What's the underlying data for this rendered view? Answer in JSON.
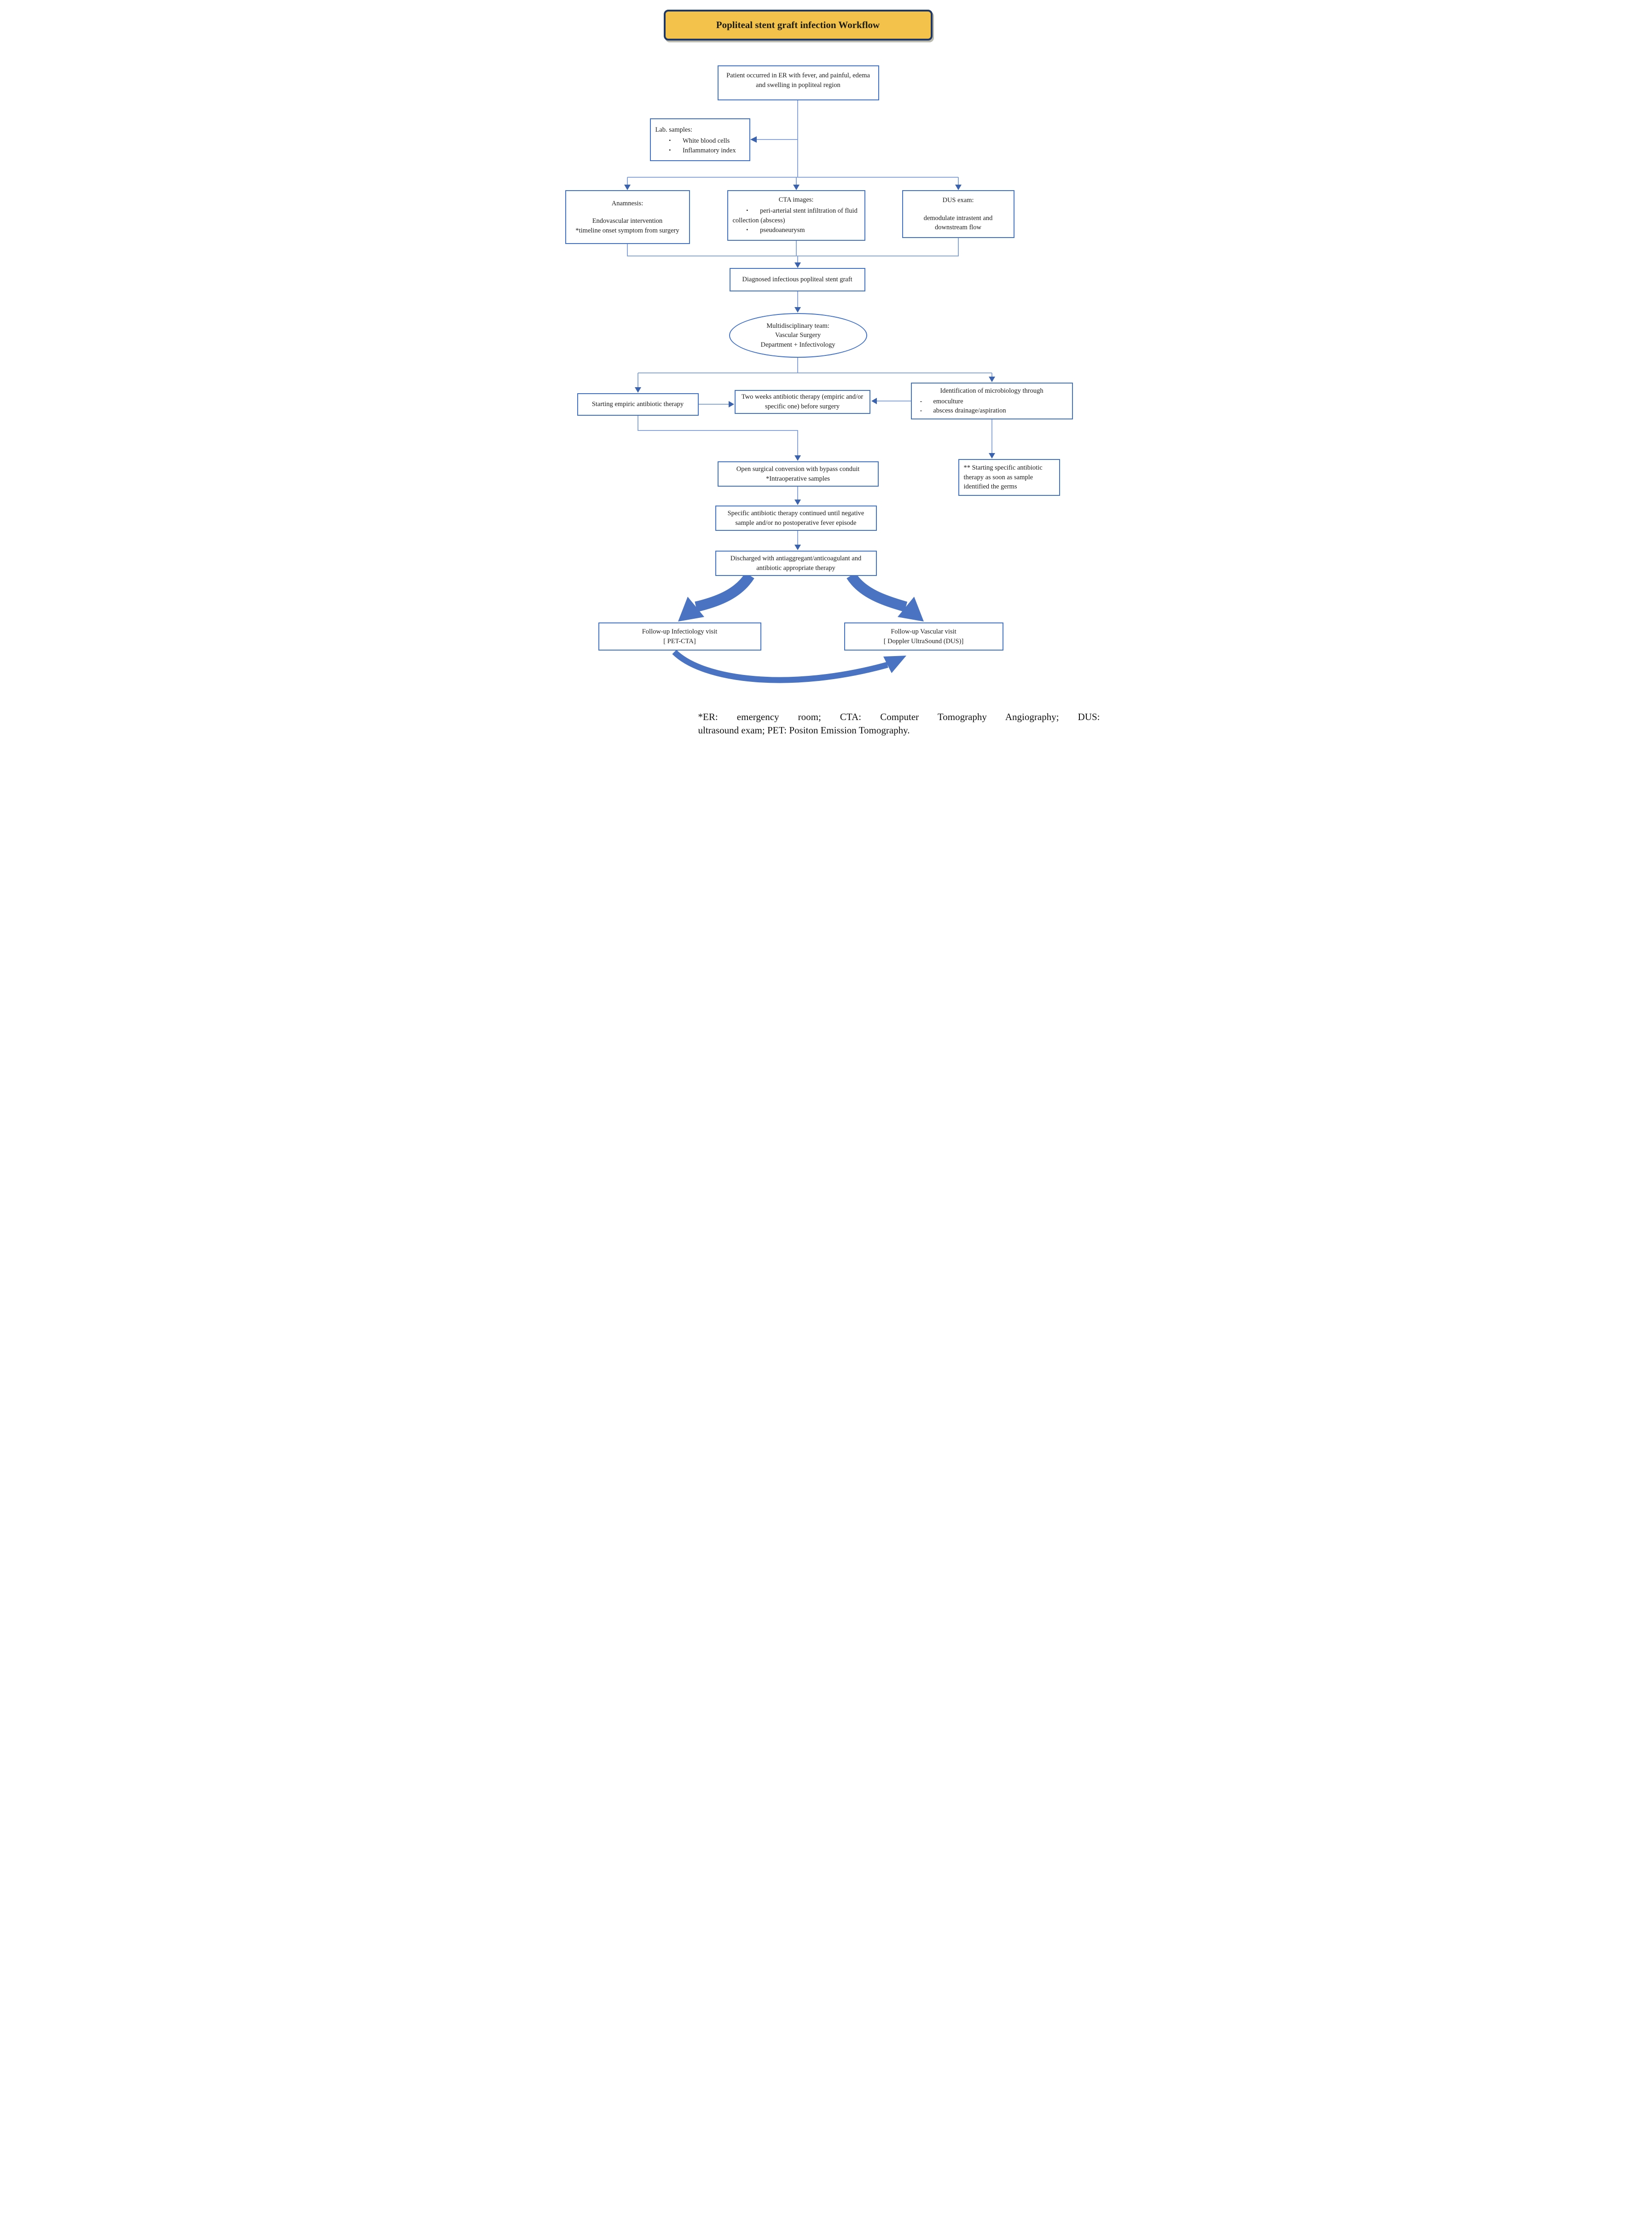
{
  "banner": {
    "title": "Popliteal stent graft infection Workflow"
  },
  "nodes": {
    "patient": {
      "text": "Patient occurred in ER with fever, and painful, edema and swelling in popliteal region"
    },
    "lab_samples": {
      "heading": "Lab. samples:",
      "items": [
        "White blood cells",
        "Inflammatory index"
      ]
    },
    "anamnesis": {
      "heading": "Anamnesis:",
      "lines": [
        "Endovascular intervention",
        "*timeline onset symptom from surgery"
      ]
    },
    "cta": {
      "heading": "CTA images:",
      "items": [
        "peri-arterial stent infiltration of fluid collection (abscess)",
        "pseudoaneurysm"
      ]
    },
    "dus": {
      "heading": "DUS exam:",
      "body": "demodulate intrastent and downstream flow"
    },
    "diagnosed": {
      "text": "Diagnosed infectious popliteal stent graft"
    },
    "team": {
      "lines": [
        "Multidisciplinary team:",
        "Vascular Surgery",
        "Department + Infectivology"
      ]
    },
    "empiric": {
      "text": "Starting empiric antibiotic therapy"
    },
    "two_weeks": {
      "text": "Two weeks antibiotic therapy (empiric and/or specific one) before surgery"
    },
    "microbiology": {
      "heading": "Identification of microbiology through",
      "items": [
        "emoculture",
        "abscess drainage/aspiration"
      ]
    },
    "surgery": {
      "lines": [
        "Open surgical conversion with bypass conduit",
        "*Intraoperative samples"
      ]
    },
    "specific_start": {
      "text": "** Starting specific antibiotic therapy as soon as sample identified the germs"
    },
    "specific_continued": {
      "text": "Specific antibiotic therapy continued until negative sample and/or no postoperative fever episode"
    },
    "discharged": {
      "text": "Discharged with antiaggregant/anticoagulant and antibiotic appropriate therapy"
    },
    "followup_infectiology": {
      "lines": [
        "Follow-up Infectiology visit",
        "[ PET-CTA]"
      ]
    },
    "followup_vascular": {
      "lines": [
        "Follow-up Vascular visit",
        "[ Doppler UltraSound (DUS)]"
      ]
    }
  },
  "footnote": {
    "line1": "*ER: emergency room; CTA: Computer Tomography Angiography; DUS:",
    "line2": "ultrasound exam; PET: Positon Emission Tomography."
  },
  "colors": {
    "box_border": "#4472C4",
    "connector": "#7d9cd6",
    "arrowhead": "#3b62ad",
    "banner_fill": "#F2C24B",
    "banner_border": "#1F3864",
    "block_arrow": "#4a73c1"
  }
}
